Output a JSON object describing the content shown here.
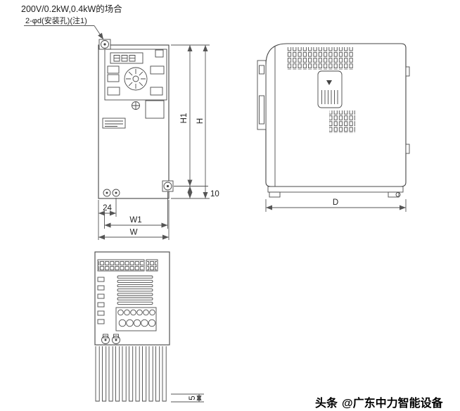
{
  "page": {
    "title": "200V/0.2kW,0.4kW的场合"
  },
  "callouts": {
    "mounting_hole": "2-φd(安装孔)(注1)"
  },
  "dimension_labels": {
    "H1": "H1",
    "H": "H",
    "offset10": "10",
    "offset24": "24",
    "W1": "W1",
    "W": "W",
    "D": "D",
    "fin5": "5"
  },
  "watermark": {
    "brand": "头条",
    "handle": "@广东中力智能设备"
  },
  "colors": {
    "line": "#4a4a4a",
    "dim_line": "#555555",
    "text": "#222222",
    "background": "#ffffff"
  }
}
